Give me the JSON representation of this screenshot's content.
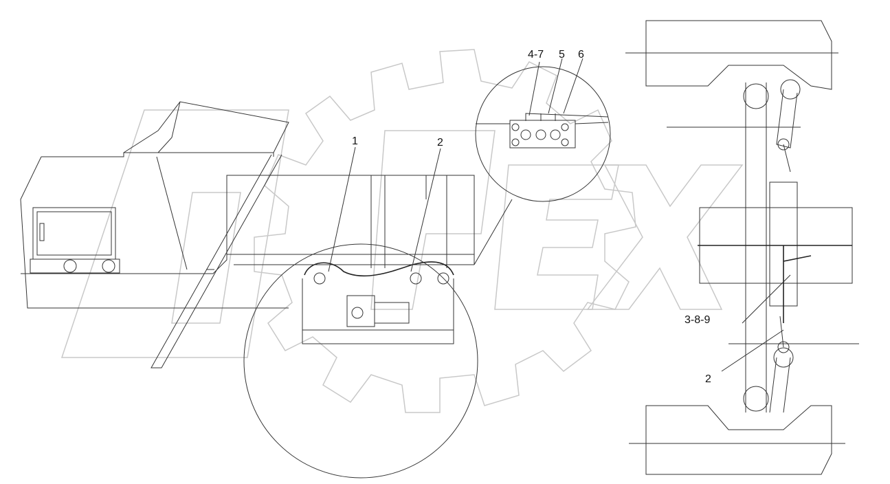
{
  "diagram": {
    "watermark": "OPEX",
    "callouts": {
      "detail_4_7": "4-7",
      "detail_5": "5",
      "detail_6": "6",
      "side_1": "1",
      "side_2": "2",
      "top_3_8_9": "3-8-9",
      "top_2": "2"
    }
  }
}
